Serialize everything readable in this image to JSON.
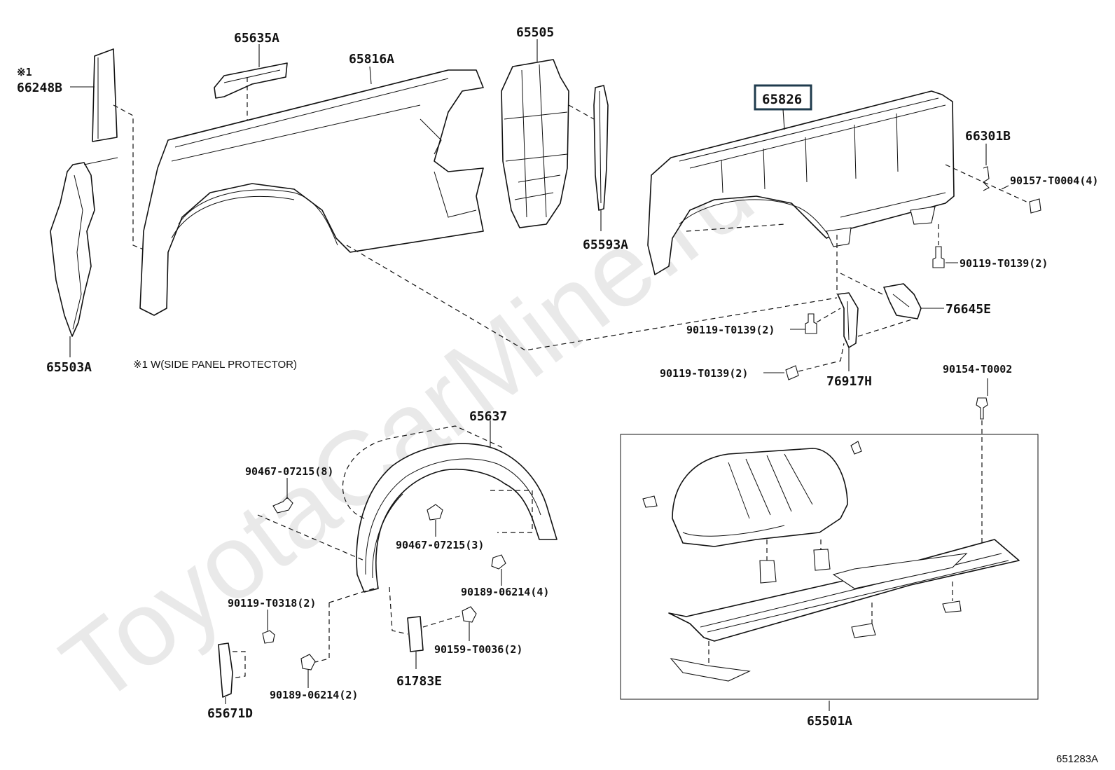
{
  "diagram": {
    "watermark": "ToyotaCarMine.ru",
    "figure_code": "651283A",
    "note": "※1 W(SIDE PANEL PROTECTOR)",
    "labels": {
      "p66248B_mark": "※1",
      "p66248B": "66248B",
      "p65635A": "65635A",
      "p65816A": "65816A",
      "p65505": "65505",
      "p65593A": "65593A",
      "p65826": "65826",
      "p66301B": "66301B",
      "p90157": "90157-T0004(4)",
      "p90119a": "90119-T0139(2)",
      "p76645E": "76645E",
      "p90119b": "90119-T0139(2)",
      "p90119c": "90119-T0139(2)",
      "p76917H": "76917H",
      "p65503A": "65503A",
      "p90154": "90154-T0002",
      "p65637": "65637",
      "p90467a": "90467-07215(8)",
      "p90467b": "90467-07215(3)",
      "p90189a": "90189-06214(4)",
      "p90119d": "90119-T0318(2)",
      "p90159": "90159-T0036(2)",
      "p90189b": "90189-06214(2)",
      "p61783E": "61783E",
      "p65671D": "65671D",
      "p65501A": "65501A"
    },
    "highlighted_part": "65826",
    "colors": {
      "line": "#111111",
      "highlight_box": "#1f3b4d",
      "watermark": "#e9e9e9"
    }
  }
}
